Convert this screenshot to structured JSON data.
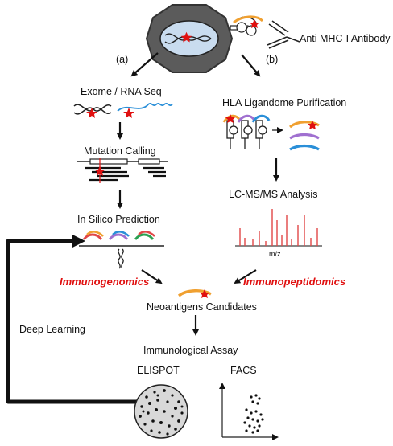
{
  "labels": {
    "antibody": "Anti MHC-I Antibody",
    "path_a": "(a)",
    "path_b": "(b)",
    "exome_rna_seq": "Exome / RNA Seq",
    "mutation_calling": "Mutation Calling",
    "in_silico_prediction": "In Silico Prediction",
    "hla_ligandome": "HLA Ligandome Purification",
    "lcms": "LC-MS/MS Analysis",
    "mz": "m/z",
    "immunogenomics": "Immunogenomics",
    "immunopeptidomics": "Immunopeptidomics",
    "neoantigens": "Neoantigens Candidates",
    "immunological_assay": "Immunological Assay",
    "elispot": "ELISPOT",
    "facs": "FACS",
    "deep_learning": "Deep Learning"
  },
  "colors": {
    "arrow": "#111111",
    "mutation_star": "#e01010",
    "highlight_text": "#e01010",
    "cell_body": "#5b5b5b",
    "nucleus": "#c9dcef",
    "peptide_orange": "#f0a030",
    "peptide_purple": "#a070d0",
    "peptide_blue": "#2a8fd8",
    "ms_peaks": "#e04848"
  },
  "icons": [
    "cell-icon",
    "dna-icon",
    "rna-icon",
    "mhc-peptide-icon",
    "antibody-icon",
    "ms-spectrum-icon",
    "elispot-well-icon",
    "facs-plot-icon"
  ]
}
